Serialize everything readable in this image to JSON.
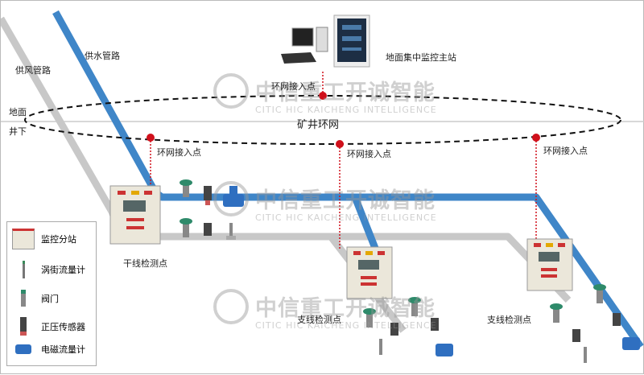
{
  "labels": {
    "air_pipe": "供风管路",
    "water_pipe": "供水管路",
    "surface": "地面",
    "underground": "井下",
    "master_station": "地面集中监控主站",
    "ring_network": "矿井环网",
    "access_point": "环网接入点",
    "trunk_point": "干线检测点",
    "branch_point": "支线检测点"
  },
  "watermark": {
    "cn": "中信重工开诚智能",
    "en": "CITIC HIC KAICHENG INTELLIGENCE"
  },
  "legend": [
    {
      "icon": "monitoring-substation-icon",
      "label": "监控分站"
    },
    {
      "icon": "vortex-flowmeter-icon",
      "label": "涡街流量计"
    },
    {
      "icon": "valve-icon",
      "label": "阀门"
    },
    {
      "icon": "pressure-sensor-icon",
      "label": "正压传感器"
    },
    {
      "icon": "electromagnetic-flowmeter-icon",
      "label": "电磁流量计"
    }
  ],
  "colors": {
    "water": "#3f86c8",
    "air": "#c8c8c8",
    "ring": "#111111",
    "access": "#d0101b"
  }
}
